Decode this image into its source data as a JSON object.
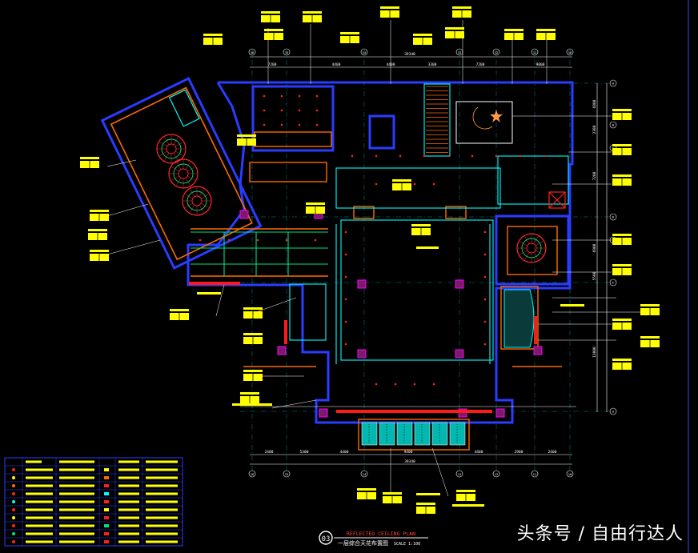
{
  "drawing": {
    "title_en": "REFLECTED CEILING PLAN",
    "title_cn": "一层综合天花布置图",
    "scale": "SCALE 1:100",
    "number": "03"
  },
  "dimensions": {
    "top_total": "39340",
    "top_segments": [
      "7200",
      "4400",
      "4400",
      "3300",
      "7200",
      "9000"
    ],
    "bottom_total": "39340",
    "bottom_segments": [
      "2400",
      "5300",
      "4400",
      "9400",
      "4400",
      "2900",
      "2400"
    ],
    "right_segments": [
      "6800",
      "2300",
      "7200",
      "6900",
      "5500",
      "12000"
    ]
  },
  "grid": {
    "top": [
      "16",
      "15",
      "14",
      "13",
      "12",
      "11",
      "10"
    ],
    "bottom": [
      "16",
      "15",
      "14",
      "13",
      "12",
      "11",
      "10"
    ],
    "right": [
      "A",
      "B",
      "C",
      "D",
      "E",
      "F",
      "G"
    ]
  },
  "watermark": "头条号 / 自由行达人",
  "colors": {
    "wall": "#2a3cff",
    "ceiling": "#ff6a00",
    "tag": "#ffff00",
    "grid": "#00ffff",
    "light": "#ff2020",
    "ring": "#ff2a2a",
    "green": "#00e080",
    "teal": "#00b8b0",
    "magenta": "#ff00ff",
    "white": "#ffffff"
  }
}
